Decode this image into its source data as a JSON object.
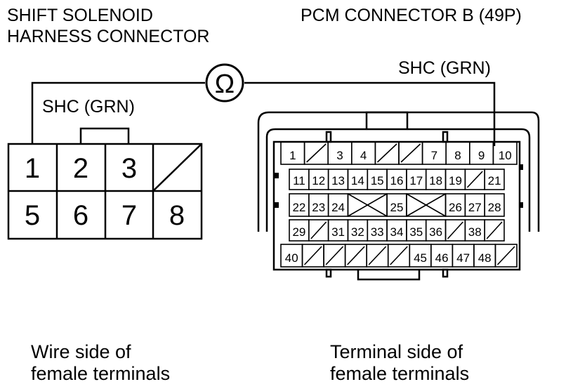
{
  "left_title": [
    "SHIFT SOLENOID",
    "HARNESS CONNECTOR"
  ],
  "right_title": "PCM CONNECTOR B (49P)",
  "left_wire_label": "SHC (GRN)",
  "right_wire_label": "SHC (GRN)",
  "meter_symbol": "Ω",
  "left_caption": [
    "Wire side of",
    "female terminals"
  ],
  "right_caption": [
    "Terminal side of",
    "female terminals"
  ],
  "solenoid_connector": {
    "row1": [
      "1",
      "2",
      "3",
      ""
    ],
    "row2": [
      "5",
      "6",
      "7",
      "8"
    ]
  },
  "pcm_connector": {
    "row1": [
      "1",
      "",
      "3",
      "4",
      "",
      "",
      "7",
      "8",
      "9",
      "10"
    ],
    "row2": [
      "11",
      "12",
      "13",
      "14",
      "15",
      "16",
      "17",
      "18",
      "19",
      "",
      "21"
    ],
    "row3": [
      "22",
      "23",
      "24",
      "X",
      "25",
      "X",
      "26",
      "27",
      "28"
    ],
    "row4": [
      "29",
      "",
      "31",
      "32",
      "33",
      "34",
      "35",
      "36",
      "",
      "38",
      ""
    ],
    "row5": [
      "40",
      "",
      "",
      "",
      "",
      "",
      "45",
      "46",
      "47",
      "48",
      ""
    ]
  }
}
